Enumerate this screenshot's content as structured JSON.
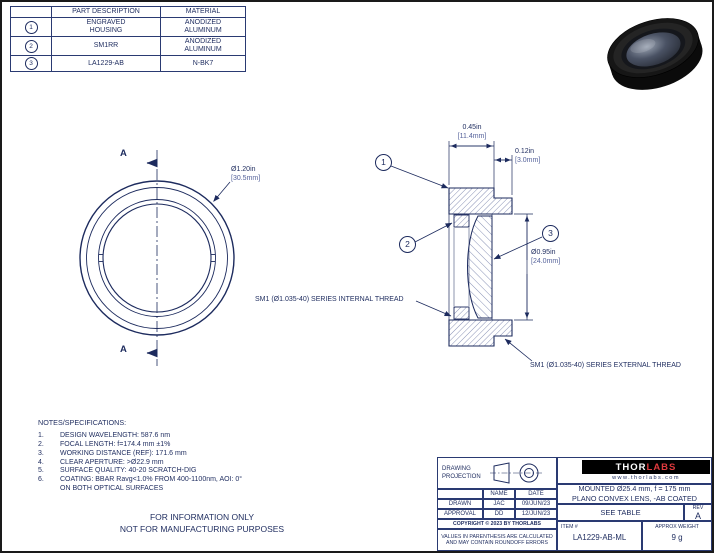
{
  "colors": {
    "line": "#1d2b5e",
    "dim_secondary": "#56639b",
    "logo_bg": "#000000",
    "logo_thor_color": "#ffffff",
    "logo_labs_color": "#e03a3e"
  },
  "parts_table": {
    "headers": {
      "description": "PART DESCRIPTION",
      "material": "MATERIAL"
    },
    "rows": [
      {
        "id": "1",
        "description": "ENGRAVED\nHOUSING",
        "material": "ANODIZED\nALUMINUM"
      },
      {
        "id": "2",
        "description": "SM1RR",
        "material": "ANODIZED\nALUMINUM"
      },
      {
        "id": "3",
        "description": "LA1229-AB",
        "material": "N-BK7"
      }
    ]
  },
  "front_view": {
    "section_letter": "A",
    "diameter_in": "Ø1.20in",
    "diameter_mm": "[30.5mm]"
  },
  "section_view": {
    "balloon_1": "1",
    "balloon_2": "2",
    "balloon_3": "3",
    "length_in": "0.45in",
    "length_mm": "[11.4mm]",
    "thread_depth_in": "0.12in",
    "thread_depth_mm": "[3.0mm]",
    "aperture_in": "Ø0.95in",
    "aperture_mm": "[24.0mm]",
    "internal_thread": "SM1 (Ø1.035-40) SERIES INTERNAL THREAD",
    "external_thread": "SM1 (Ø1.035-40) SERIES EXTERNAL THREAD"
  },
  "notes": {
    "title": "NOTES/SPECIFICATIONS:",
    "items": [
      {
        "num": "1.",
        "text": "DESIGN WAVELENGTH: 587.6 nm"
      },
      {
        "num": "2.",
        "text": "FOCAL LENGTH: f=174.4 mm ±1%"
      },
      {
        "num": "3.",
        "text": "WORKING DISTANCE (REF): 171.6 mm"
      },
      {
        "num": "4.",
        "text": "CLEAR APERTURE: >Ø22.9 mm"
      },
      {
        "num": "5.",
        "text": "SURFACE QUALITY: 40-20 SCRATCH-DIG"
      },
      {
        "num": "6.",
        "text": "COATING: BBAR Ravg<1.0% FROM 400-1100nm, AOI: 0°",
        "text2": "ON BOTH OPTICAL SURFACES"
      }
    ]
  },
  "disclaimer": {
    "line1": "FOR INFORMATION ONLY",
    "line2": "NOT FOR MANUFACTURING PURPOSES"
  },
  "title_block": {
    "projection_label": "DRAWING\nPROJECTION",
    "name_header": "NAME",
    "date_header": "DATE",
    "drawn_label": "DRAWN",
    "drawn_name": "JAC",
    "drawn_date": "09/JUN/23",
    "approval_label": "APPROVAL",
    "approval_name": "DD",
    "approval_date": "12/JUN/23",
    "copyright": "COPYRIGHT © 2023 BY THORLABS",
    "values_note_line1": "VALUES IN PARENTHESIS ARE CALCULATED",
    "values_note_line2": "AND MAY CONTAIN ROUNDOFF ERRORS",
    "logo_thor": "THOR",
    "logo_labs": "LABS",
    "website": "www.thorlabs.com",
    "title_line1": "MOUNTED Ø25.4 mm, f = 175 mm",
    "title_line2": "PLANO CONVEX LENS, -AB COATED",
    "material_value": "SEE TABLE",
    "rev_label": "REV",
    "rev_value": "A",
    "item_label": "ITEM #",
    "item_value": "LA1229-AB-ML",
    "weight_label": "APPROX WEIGHT",
    "weight_value": "9 g"
  }
}
